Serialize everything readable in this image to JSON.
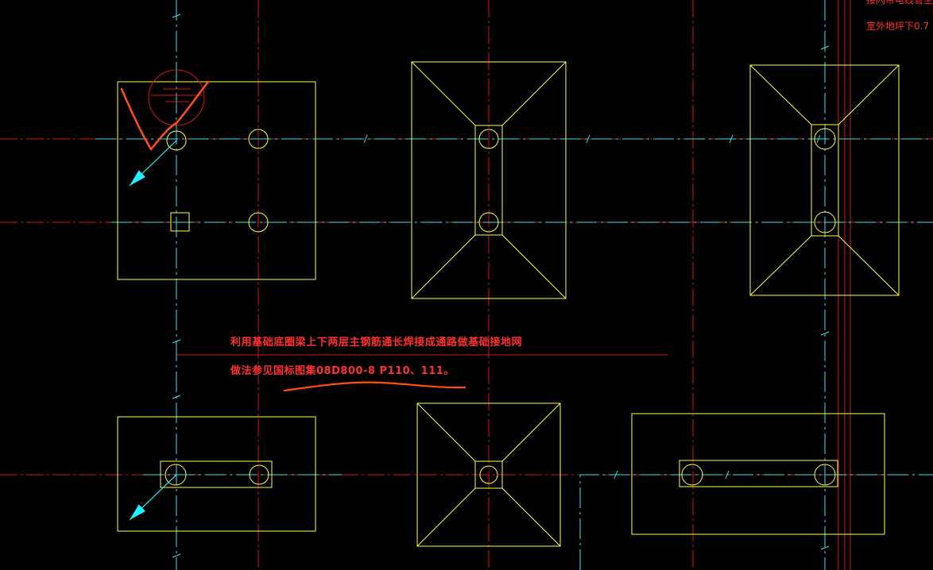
{
  "colors": {
    "background": "#000000",
    "footing": "#ffff40",
    "axis_cyan": "#40e0e8",
    "axis_red": "#d01818",
    "text_red": "#ff3030",
    "markup_orange": "#ff5010",
    "arrow_cyan": "#20f0ff"
  },
  "annotations": {
    "note_line1": "利用基础底圈梁上下两层主钢筋通长焊接成通路做基础接地网",
    "note_line2": "做法参见国标图集08D800-8  P110、111。",
    "corner_line1": "接闪带电线管至",
    "corner_line2": "室外地坪下0.7"
  },
  "icons": {
    "markup": "hand-drawn-check-icon",
    "leader": "leader-arrow-icon"
  }
}
